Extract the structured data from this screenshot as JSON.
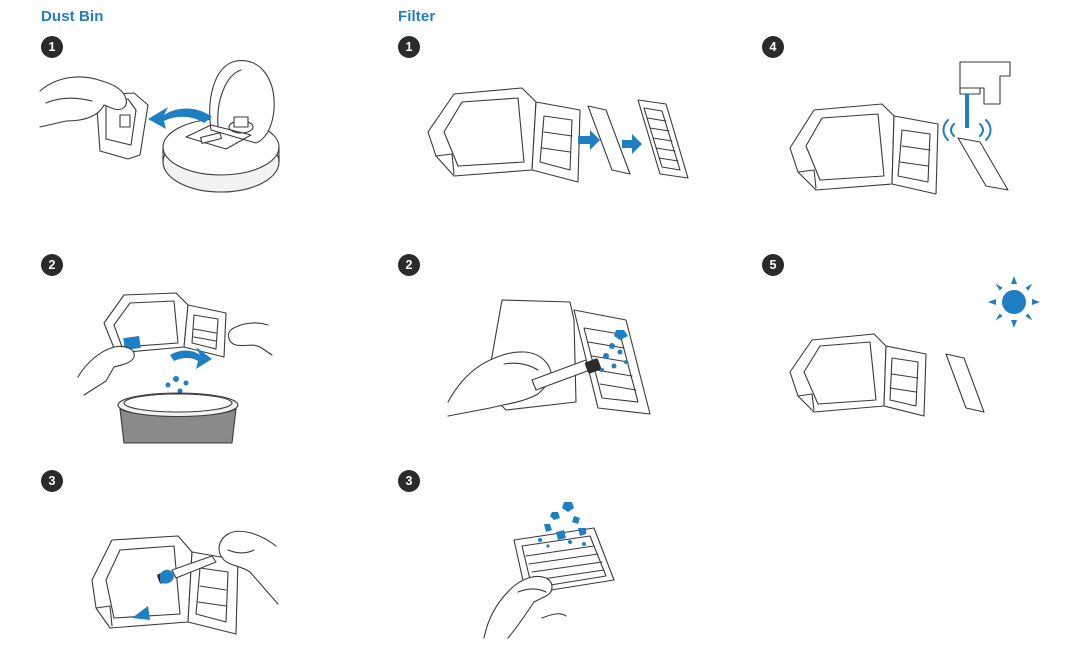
{
  "accent": "#1f7fc4",
  "sections": {
    "dust_bin": {
      "title": "Dust Bin"
    },
    "filter": {
      "title": "Filter"
    }
  },
  "dust_bin_steps": [
    {
      "number": "1",
      "illustration": "remove-dust-bin-from-robot"
    },
    {
      "number": "2",
      "illustration": "empty-dust-bin-into-trash"
    },
    {
      "number": "3",
      "illustration": "brush-dust-bin-interior"
    }
  ],
  "filter_steps": [
    {
      "number": "1",
      "illustration": "remove-sponge-and-filter"
    },
    {
      "number": "2",
      "illustration": "brush-filter-in-bin"
    },
    {
      "number": "3",
      "illustration": "tap-filter-to-remove-dust"
    },
    {
      "number": "4",
      "illustration": "rinse-filter-under-tap"
    },
    {
      "number": "5",
      "illustration": "dry-filter-in-sun"
    }
  ]
}
